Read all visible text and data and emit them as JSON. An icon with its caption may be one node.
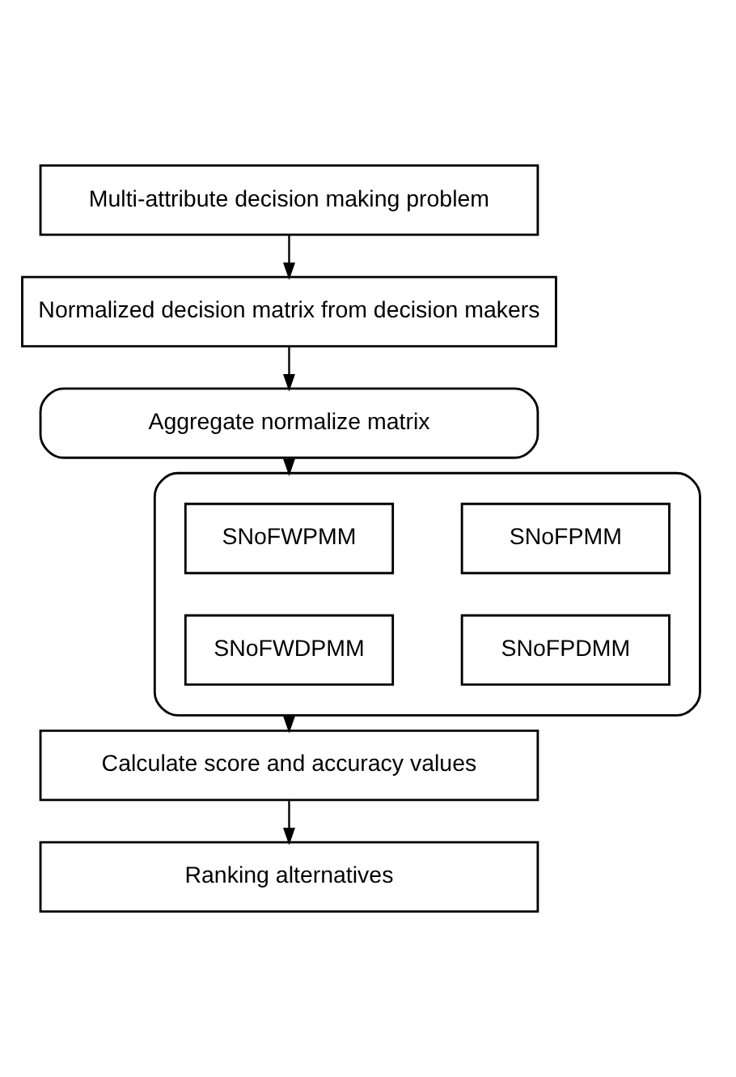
{
  "diagram": {
    "nodes": [
      {
        "text": [
          "Multi-attribute decision making problem"
        ]
      },
      {
        "text": [
          "Normalized decision matrix from decision makers"
        ]
      },
      {
        "text": [
          "Aggregate normalize matrix"
        ]
      },
      {
        "text": [],
        "shape": "box"
      },
      {
        "text": [
          "SNoFWPMM"
        ],
        "in": 3
      },
      {
        "text": [
          "SNoFPMM"
        ],
        "in": 3
      },
      {
        "text": [
          "SNoFWDPMM"
        ],
        "in": 3
      },
      {
        "text": [
          "SNoFPDMM"
        ],
        "in": 3
      },
      {
        "text": [
          "Calculate score and accuracy values"
        ]
      },
      {
        "text": [
          "Ranking alternatives"
        ]
      }
    ],
    "edges": [
      {
        "from": 0,
        "to": 1,
        "arrow": "to"
      },
      {
        "from": 1,
        "to": 2,
        "arrow": "to"
      },
      {
        "from": 2,
        "to": 3,
        "arrow": "to"
      },
      {
        "from": 3,
        "to": 8,
        "arrow": "to"
      },
      {
        "from": 8,
        "to": 9,
        "arrow": "to"
      }
    ]
  }
}
